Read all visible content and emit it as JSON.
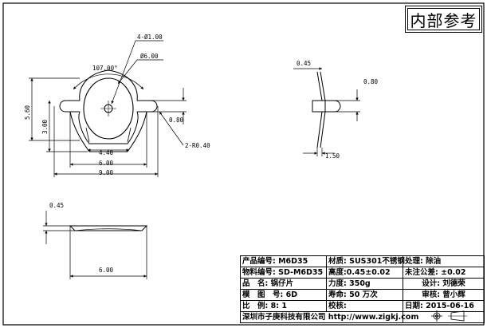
{
  "stamp_text": "内部参考",
  "dimensions": {
    "hole": "4-Ø1.00",
    "inner_circle": "Ø6.00",
    "angle": "107.00°",
    "height_left": "5.60",
    "height_inner": "3.00",
    "radius": "2-R0.40",
    "tab_offset": "0.80",
    "width_440": "4.40",
    "width_600": "6.00",
    "width_900": "9.00",
    "side_045": "0.45",
    "side_080": "0.80",
    "side_150": "1.50",
    "front_045": "0.45",
    "front_600": "6.00"
  },
  "title_block": {
    "r1": {
      "c1": "产品编号: M6D35",
      "c2": "材质: SUS301不锈钢",
      "c3": "处理: 除油"
    },
    "r2": {
      "c1": "物料编号: SD-M6D35",
      "c2": "高度:0.45±0.02",
      "c3": "未注公差: ±0.02"
    },
    "r3": {
      "c1": "品　名: 锅仔片",
      "c2": "力度: 350g",
      "c3": "设计: 刘德荣"
    },
    "r4": {
      "c1": "模　图　号: 6D",
      "c2": "寿命: 50 万次",
      "c3": "审核: 曾小辉"
    },
    "r5": {
      "c1": "比　例: 8: 1",
      "c2": "校核:",
      "c3": "日期: 2015-06-16"
    },
    "r6": {
      "c1": "深圳市子庚科技有限公司 http://www.zigkj.com"
    }
  }
}
